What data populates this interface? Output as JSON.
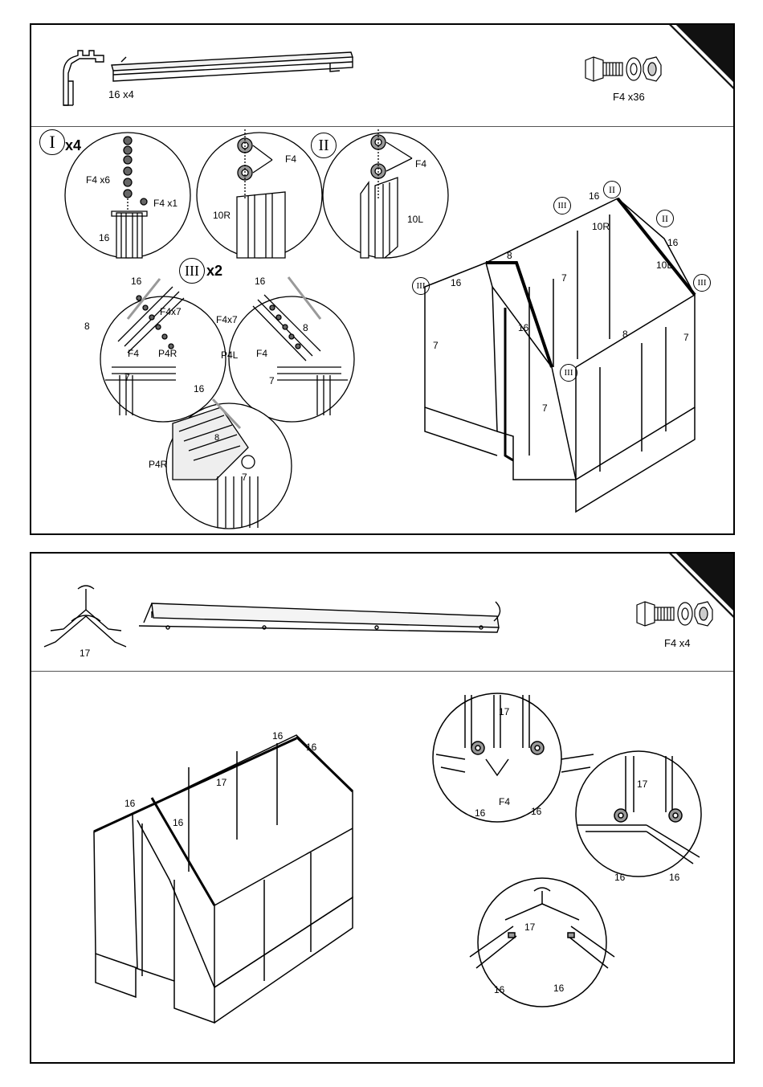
{
  "step_1": {
    "parts": {
      "profile_qty": "16 x4",
      "hardware_qty": "F4 x36"
    },
    "detail_I": {
      "roman": "I",
      "multiplier": "x4",
      "bolts": "F4 x6",
      "end_bolt": "F4 x1",
      "part": "16"
    },
    "detail_II_left": {
      "roman": "II",
      "bolt": "F4",
      "part": "10R"
    },
    "detail_II_right": {
      "bolt": "F4",
      "part": "10L"
    },
    "detail_III": {
      "roman": "III",
      "multiplier": "x2",
      "left": {
        "top": "16",
        "bolts": "F4x7",
        "beam": "8",
        "bolt": "F4",
        "panel": "P4R",
        "post": "7"
      },
      "right": {
        "top": "16",
        "bolts": "F4x7",
        "beam": "8",
        "bolt": "F4",
        "panel": "P4L",
        "post": "7"
      }
    },
    "detail_profile": {
      "top": "16",
      "beam": "8",
      "panel": "P4R",
      "post": "7"
    },
    "assembly": {
      "markers": [
        "III",
        "II",
        "II",
        "III",
        "III",
        "III"
      ],
      "labels": [
        "16",
        "10R",
        "16",
        "10L",
        "8",
        "16",
        "7",
        "16",
        "8",
        "7",
        "7",
        "7"
      ]
    }
  },
  "step_2": {
    "parts": {
      "profile_part": "17",
      "hardware_qty": "F4 x4"
    },
    "assembly": {
      "labels": [
        "16",
        "16",
        "17",
        "16",
        "16"
      ]
    },
    "detail_top": {
      "part": "17",
      "bolt": "F4",
      "left": "16",
      "right": "16"
    },
    "detail_right": {
      "part": "17",
      "left": "16",
      "right": "16"
    },
    "detail_bottom": {
      "part": "17",
      "left": "16",
      "right": "16"
    }
  }
}
